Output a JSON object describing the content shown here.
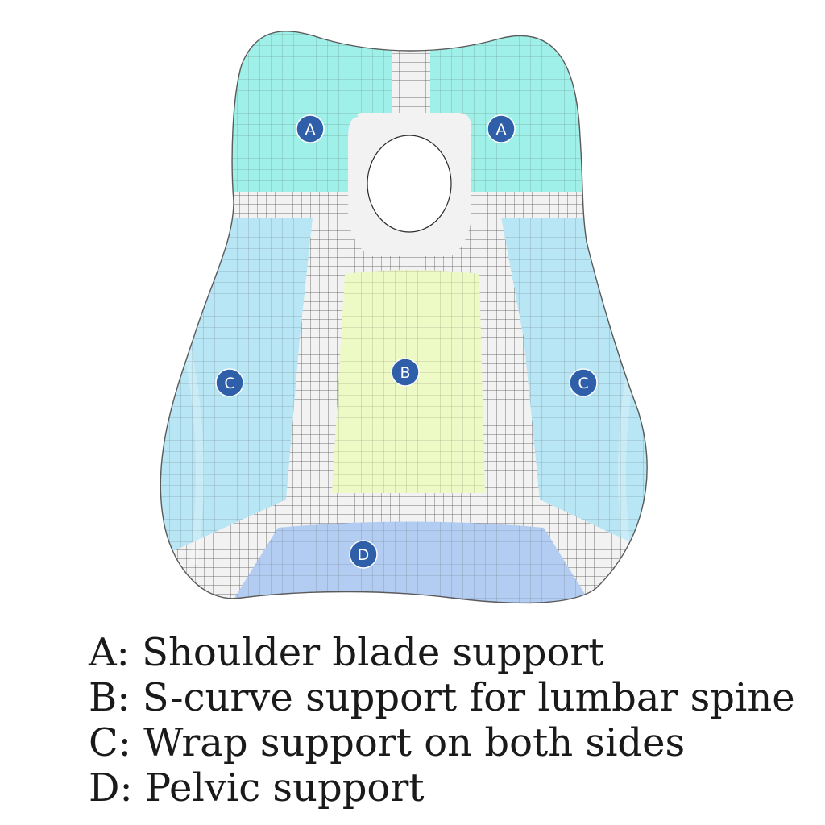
{
  "colors": {
    "shoulder_zone": "#9ff0e8",
    "side_zone": "#b8e6f4",
    "lumbar_zone": "#eefac6",
    "pelvic_zone": "#b3cdf2",
    "frame": "#f2f2f2",
    "mesh_line": "#2a2a2a",
    "badge": "#2f5fa8"
  },
  "markers": {
    "shoulder_left": "A",
    "shoulder_right": "A",
    "lumbar": "B",
    "side_left": "C",
    "side_right": "C",
    "pelvic": "D"
  },
  "legend": [
    {
      "text": "A: Shoulder blade support"
    },
    {
      "text": "B: S-curve support for lumbar spine"
    },
    {
      "text": "C: Wrap support on both sides"
    },
    {
      "text": "D: Pelvic support"
    }
  ]
}
